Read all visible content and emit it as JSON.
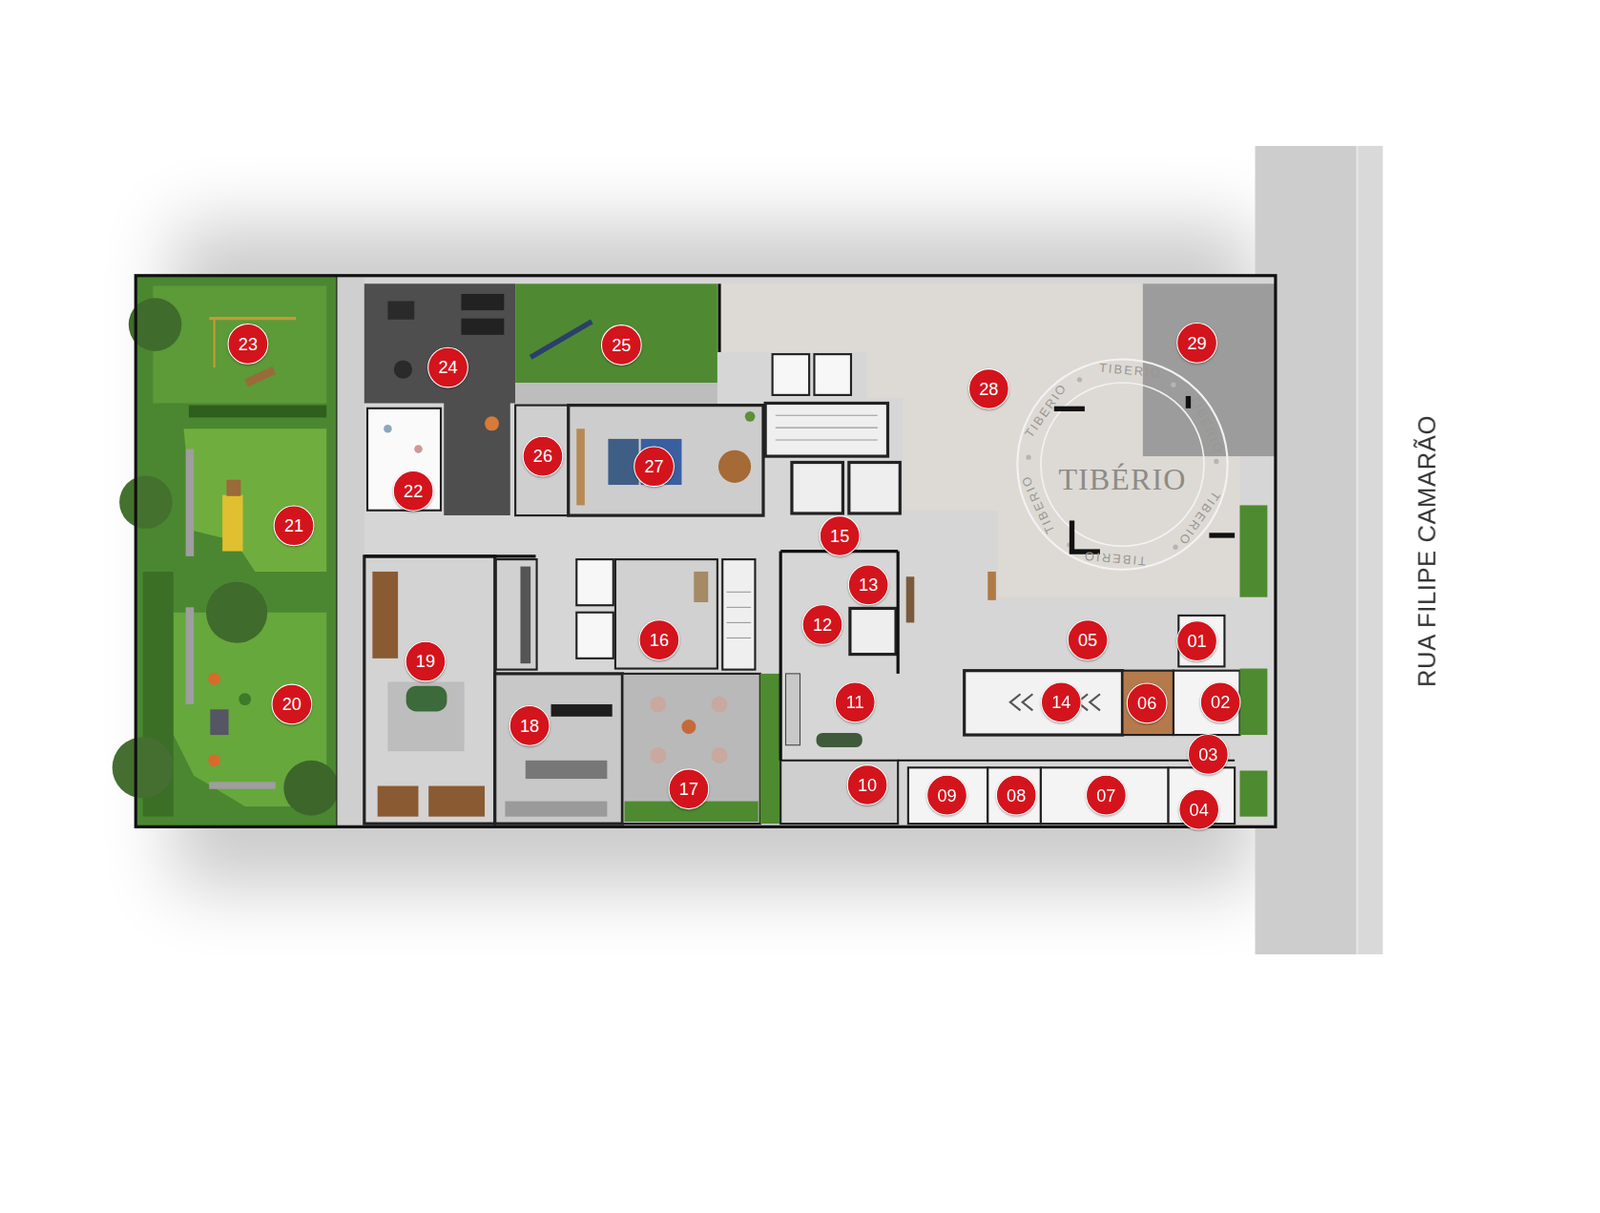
{
  "diagram": {
    "nodes": [
      {
        "text": [
          "01"
        ]
      },
      {
        "text": [
          "02"
        ]
      },
      {
        "text": [
          "03"
        ]
      },
      {
        "text": [
          "04"
        ]
      },
      {
        "text": [
          "05"
        ]
      },
      {
        "text": [
          "06"
        ]
      },
      {
        "text": [
          "07"
        ]
      },
      {
        "text": [
          "08"
        ]
      },
      {
        "text": [
          "09"
        ]
      },
      {
        "text": [
          "10"
        ]
      },
      {
        "text": [
          "11"
        ]
      },
      {
        "text": [
          "12"
        ]
      },
      {
        "text": [
          "13"
        ]
      },
      {
        "text": [
          "14"
        ]
      },
      {
        "text": [
          "15"
        ]
      },
      {
        "text": [
          "16"
        ]
      },
      {
        "text": [
          "17"
        ]
      },
      {
        "text": [
          "18"
        ]
      },
      {
        "text": [
          "19"
        ]
      },
      {
        "text": [
          "20"
        ]
      },
      {
        "text": [
          "21"
        ]
      },
      {
        "text": [
          "22"
        ]
      },
      {
        "text": [
          "23"
        ]
      },
      {
        "text": [
          "24"
        ]
      },
      {
        "text": [
          "25"
        ]
      },
      {
        "text": [
          "26"
        ]
      },
      {
        "text": [
          "27"
        ]
      },
      {
        "text": [
          "28"
        ]
      },
      {
        "text": [
          "29"
        ]
      }
    ],
    "labels": [
      "RUA FILIPE CAMARÃO",
      "TIBÉRIO",
      "TIBERIO",
      "TIBERIO",
      "TIBERIO",
      "TIBERIO",
      "TIBERIO",
      "TIBERIO"
    ]
  }
}
